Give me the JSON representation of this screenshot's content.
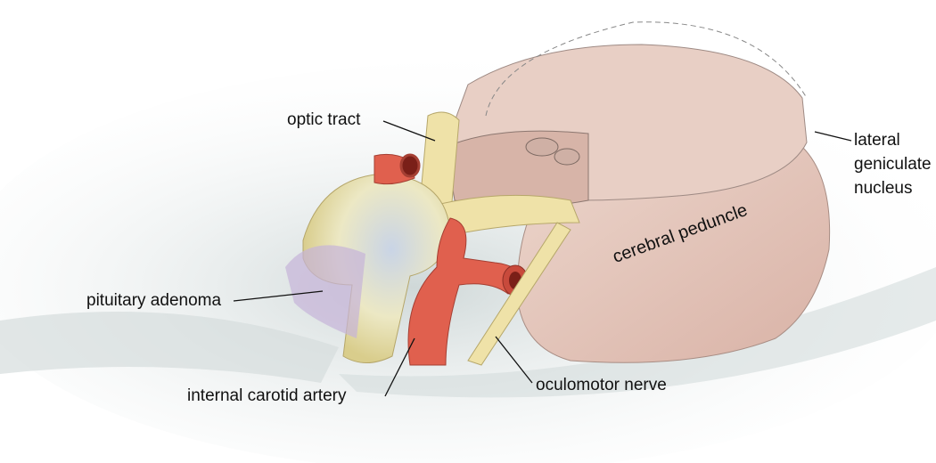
{
  "labels": {
    "optic_tract": "optic tract",
    "lateral_geniculate_nucleus": [
      "lateral",
      "geniculate",
      "nucleus"
    ],
    "cerebral_peduncle": "cerebral peduncle",
    "pituitary_adenoma": "pituitary adenoma",
    "internal_carotid_artery": "internal carotid artery",
    "oculomotor_nerve": "oculomotor nerve"
  },
  "colors": {
    "brainstem": "#e6c8bd",
    "artery": "#e0604e",
    "nerve": "#efe2a8",
    "adenoma": "#e8e6c8",
    "background_haze": "#dfe4e4"
  }
}
